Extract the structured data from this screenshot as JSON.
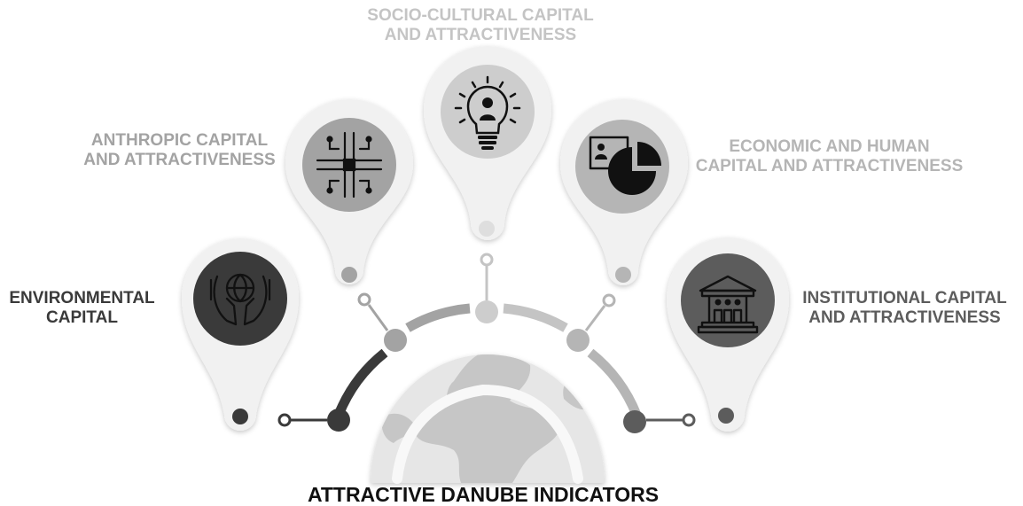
{
  "title": "ATTRACTIVE DANUBE INDICATORS",
  "indicators": [
    {
      "id": "environmental",
      "line1": "ENVIRONMENTAL",
      "line2": "CAPITAL",
      "icon": "hands-globe-icon",
      "color": "#3a3a3a"
    },
    {
      "id": "anthropic",
      "line1": "ANTHROPIC CAPITAL",
      "line2": "AND ATTRACTIVENESS",
      "icon": "circuit-chip-icon",
      "color": "#a3a3a3"
    },
    {
      "id": "socio",
      "line1": "SOCIO-CULTURAL CAPITAL",
      "line2": "AND ATTRACTIVENESS",
      "icon": "lightbulb-person-icon",
      "color": "#c4c4c4"
    },
    {
      "id": "economic",
      "line1": "ECONOMIC AND HUMAN",
      "line2": "CAPITAL AND ATTRACTIVENESS",
      "icon": "presentation-pie-chart-icon",
      "color": "#b5b5b5"
    },
    {
      "id": "institutional",
      "line1": "INSTITUTIONAL CAPITAL",
      "line2": "AND ATTRACTIVENESS",
      "icon": "institution-building-icon",
      "color": "#5c5c5c"
    }
  ]
}
